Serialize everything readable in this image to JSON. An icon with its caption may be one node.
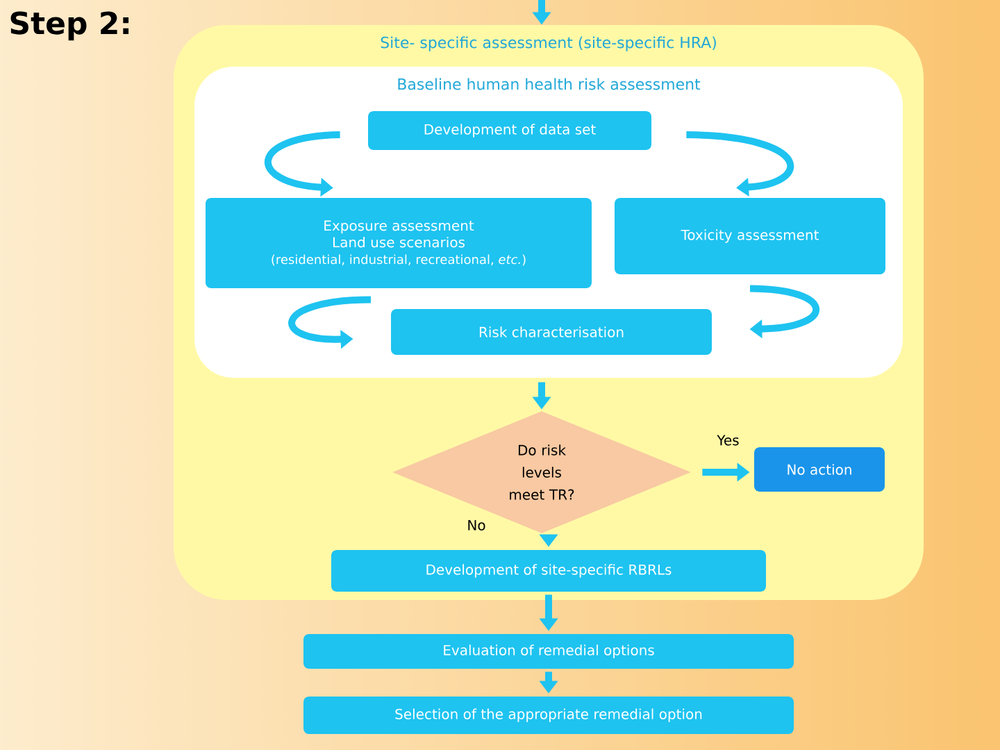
{
  "diagram": {
    "nodes": [
      {
        "text": [
          "Site- specific assessment (site-specific HRA)"
        ]
      },
      {
        "text": [
          "Baseline human health risk assessment"
        ],
        "in": 0
      },
      {
        "text": [
          "Development of data set"
        ],
        "in": 1
      },
      {
        "text": [
          "Exposure assessment",
          "Land use scenarios",
          "(residential, industrial, recreational, *etc.*)"
        ],
        "in": 1
      },
      {
        "text": [
          "Toxicity assessment"
        ],
        "in": 1
      },
      {
        "text": [
          "Risk characterisation"
        ],
        "in": 1
      },
      {
        "text": [
          "Do risk levels meet TR?"
        ],
        "in": 0
      },
      {
        "text": [
          "No action"
        ],
        "in": 0
      },
      {
        "text": [
          "Development of site-specific RBRLs"
        ],
        "in": 0
      },
      {
        "text": [
          "Evaluation of remedial options"
        ]
      },
      {
        "text": [
          "Selection of the appropriate remedial option"
        ]
      }
    ],
    "edges": [
      {
        "from": null,
        "to": 0,
        "arrow": "to"
      },
      {
        "from": 2,
        "to": 3,
        "arrow": "to"
      },
      {
        "from": 2,
        "to": 4,
        "arrow": "to"
      },
      {
        "from": 3,
        "to": 5,
        "arrow": "to"
      },
      {
        "from": 4,
        "to": 5,
        "arrow": "to"
      },
      {
        "from": 1,
        "to": 6,
        "arrow": "to"
      },
      {
        "from": 6,
        "to": 7,
        "label": "Yes",
        "arrow": "to"
      },
      {
        "from": 6,
        "to": 8,
        "label": "No",
        "arrow": "to"
      },
      {
        "from": 8,
        "to": 9,
        "arrow": "to"
      },
      {
        "from": 9,
        "to": 10,
        "arrow": "to"
      }
    ],
    "labels": [
      "Step 2:"
    ]
  }
}
